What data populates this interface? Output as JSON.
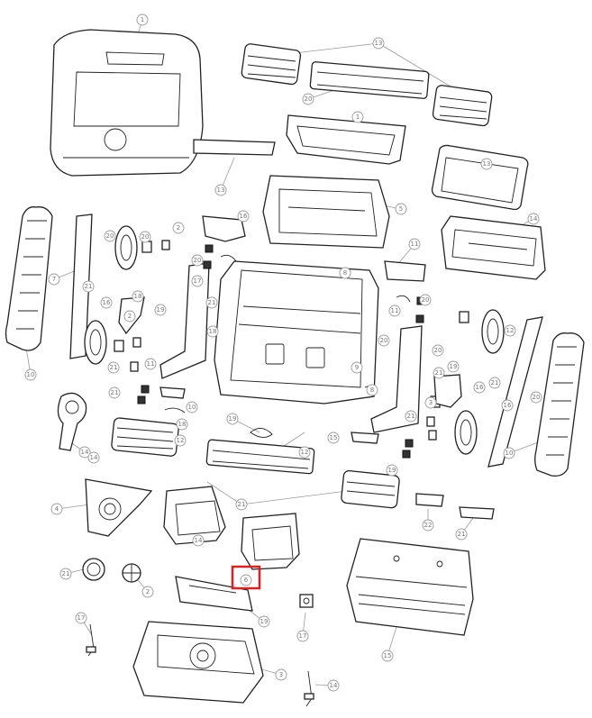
{
  "diagram": {
    "type": "exploded-parts-view",
    "highlight_color": "#e02020",
    "highlighted_callout": "6",
    "callouts": [
      "1",
      "13",
      "20",
      "13",
      "1",
      "13",
      "5",
      "16",
      "2",
      "14",
      "20",
      "11",
      "20",
      "7",
      "21",
      "18",
      "16",
      "8",
      "17",
      "21",
      "19",
      "2",
      "18",
      "20",
      "11",
      "21",
      "10",
      "10",
      "18",
      "11",
      "20",
      "20",
      "21",
      "19",
      "12",
      "21",
      "16",
      "20",
      "14",
      "19",
      "15",
      "10",
      "12",
      "19",
      "21",
      "14",
      "6",
      "22",
      "21",
      "2",
      "21",
      "19",
      "4",
      "21",
      "21",
      "8",
      "9",
      "3",
      "12",
      "14",
      "20",
      "17",
      "15",
      "3",
      "17",
      "16",
      "14"
    ]
  }
}
